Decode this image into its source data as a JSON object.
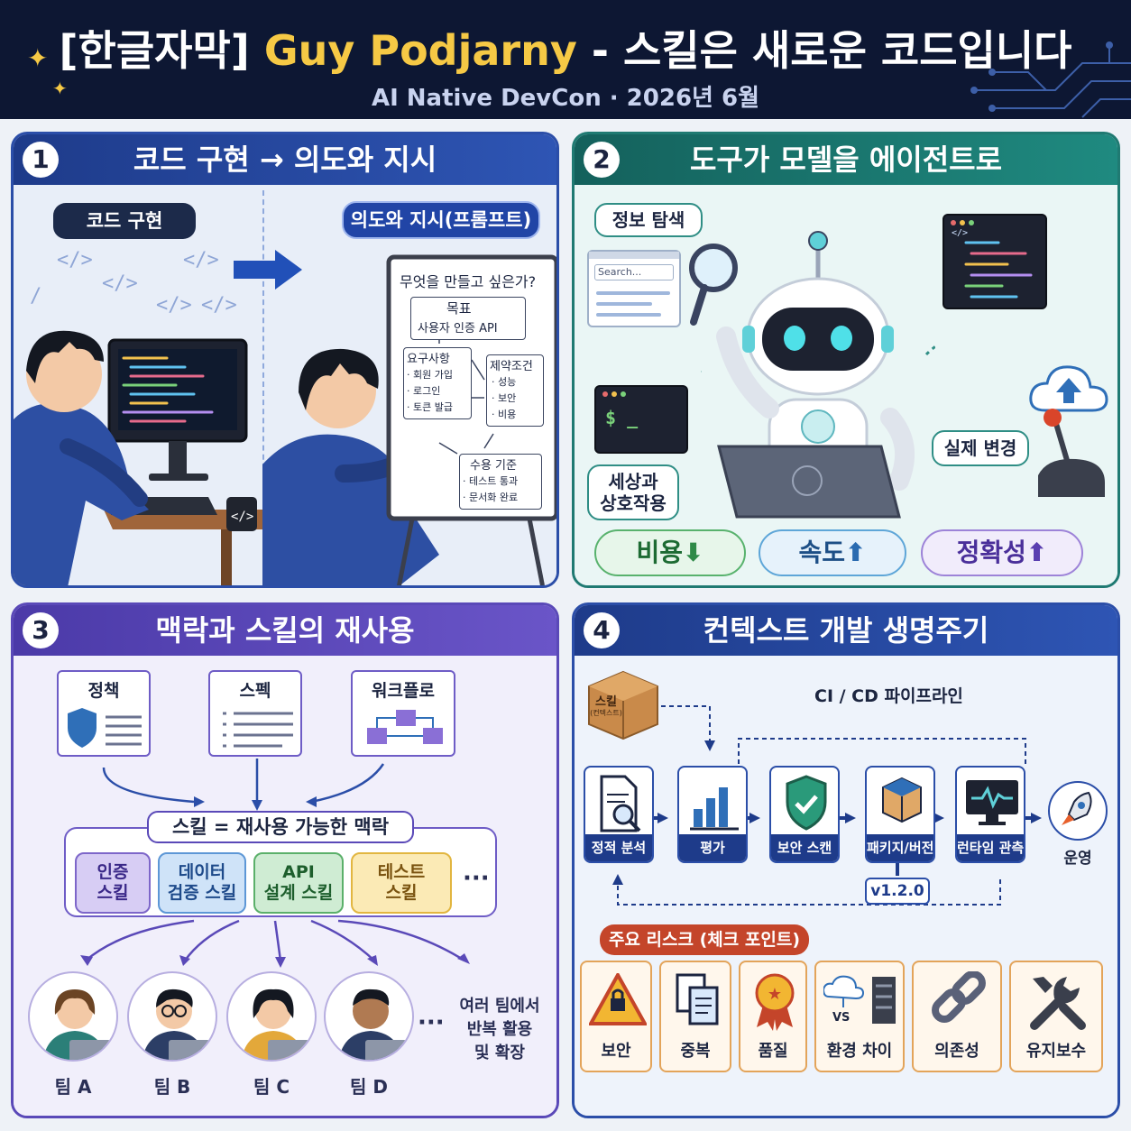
{
  "header": {
    "title_prefix": "[한글자막] ",
    "title_highlight": "Guy Podjarny",
    "title_suffix": " - 스킬은 새로운 코드입니다",
    "subtitle": "AI Native DevCon · 2026년 6월"
  },
  "panel1": {
    "number": "1",
    "title": "코드 구현 → 의도와 지시",
    "left_label": "코드 구현",
    "right_label": "의도와 지시(프롬프트)",
    "board": {
      "question": "무엇을 만들고 싶은가?",
      "goal_title": "목표",
      "goal_text": "사용자 인증 API",
      "req_title": "요구사항",
      "req_items": [
        "· 회원 가입",
        "· 로그인",
        "· 토큰 발급"
      ],
      "con_title": "제약조건",
      "con_items": [
        "· 성능",
        "· 보안",
        "· 비용"
      ],
      "acc_title": "수용 기준",
      "acc_items": [
        "· 테스트 통과",
        "· 문서화 완료"
      ]
    }
  },
  "panel2": {
    "number": "2",
    "title": "도구가 모델을 에이전트로",
    "search_label": "정보 탐색",
    "search_placeholder": "Search...",
    "world_label": "세상과\n상호작용",
    "change_label": "실제 변경",
    "metrics": [
      {
        "label": "비용",
        "arrow": "⬇"
      },
      {
        "label": "속도",
        "arrow": "⬆"
      },
      {
        "label": "정확성",
        "arrow": "⬆"
      }
    ],
    "terminal_prompt": "$ _",
    "code_tag": "</>"
  },
  "panel3": {
    "number": "3",
    "title": "맥락과 스킬의 재사용",
    "docs": [
      "정책",
      "스펙",
      "워크플로"
    ],
    "skill_title": "스킬 = 재사용 가능한 맥락",
    "skills": [
      "인증\n스킬",
      "데이터\n검증 스킬",
      "API\n설계 스킬",
      "테스트\n스킬"
    ],
    "more": "···",
    "teams": [
      "팀 A",
      "팀 B",
      "팀 C",
      "팀 D"
    ],
    "teams_more": "···",
    "reuse_note": "여러 팀에서\n반복 활용\n및 확장"
  },
  "panel4": {
    "number": "4",
    "title": "컨텍스트 개발 생명주기",
    "box_label": "스킬",
    "box_sub": "(컨텍스트)",
    "pipeline_label": "CI / CD 파이프라인",
    "stages": [
      "정적 분석",
      "평가",
      "보안 스캔",
      "패키지/버전",
      "런타임 관측"
    ],
    "final_stage": "운영",
    "version": "v1.2.0",
    "risk_title": "주요 리스크 (체크 포인트)",
    "risks": [
      "보안",
      "중복",
      "품질",
      "환경 차이",
      "의존성",
      "유지보수"
    ],
    "vs_label": "VS"
  },
  "colors": {
    "header_bg": "#0d1733",
    "highlight": "#f6c945",
    "panel_blue": "#2b4ea8",
    "panel_teal": "#1f7a72",
    "panel_purple": "#5a49b8",
    "risk_red": "#c4452a"
  }
}
